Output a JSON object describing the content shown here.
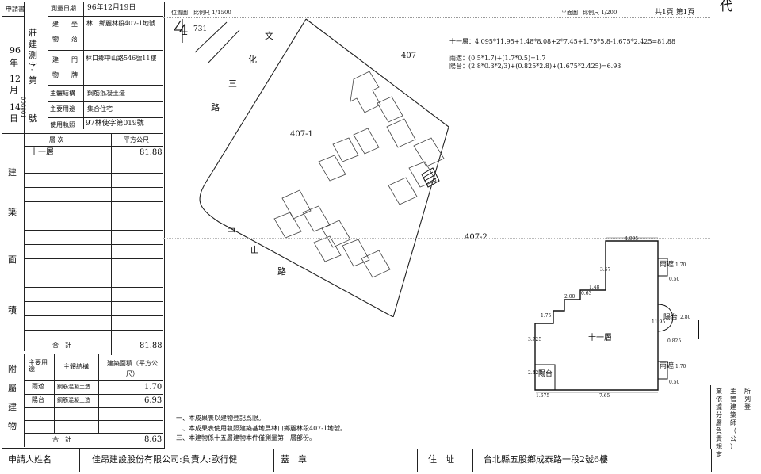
{
  "header": {
    "applicant_label": "申請書",
    "survey_date_label": "測量日期",
    "survey_date": "96年12月19日",
    "location_label": "位置圖",
    "location_scale": "比例尺 1/1500",
    "plan_label": "平面圖",
    "plan_scale": "比例尺 1/200",
    "page_info": "共1頁 第1頁"
  },
  "left_form": {
    "permit_number": [
      "莊建測字第",
      "96年12月14日",
      "008001號"
    ],
    "permit_chars": [
      "莊",
      "建",
      "測",
      "字",
      "第",
      "96",
      "年",
      "12",
      "月",
      "14",
      "日",
      "號"
    ],
    "serial_vertical": "008001",
    "build_label_1": "建",
    "build_label_2": "坐",
    "location_value": "林口鄉麗林段407-1地號",
    "object_label_1": "物",
    "object_label_2": "落",
    "door_label_1": "建",
    "door_label_2": "門",
    "door_label_3": "物",
    "door_label_4": "牌",
    "door_value": "林口鄉中山路546號11樓",
    "structure_label": "主體結構",
    "structure_value": "鋼筋混凝土造",
    "use_label": "主要用途",
    "use_value": "集合住宅",
    "license_label": "使用執照",
    "license_value": "97林使字第019號",
    "floor_header": "層 次",
    "area_header": "平方公尺",
    "floors": [
      {
        "name": "十一層",
        "area": "81.88"
      }
    ],
    "section_main": [
      "建",
      "築",
      "面",
      "積"
    ],
    "total_label": "合　計",
    "total_area": "81.88",
    "annex_header_use": "主要用途",
    "annex_header_struct": "主體結構",
    "annex_header_area": "建築面積（平方公尺）",
    "section_annex": [
      "附",
      "屬",
      "建",
      "物"
    ],
    "annex": [
      {
        "use": "雨遮",
        "struct": "鋼筋混凝土造",
        "area": "1.70"
      },
      {
        "use": "陽台",
        "struct": "鋼筋混凝土造",
        "area": "6.93"
      }
    ],
    "annex_total_label": "合　計",
    "annex_total": "8.63"
  },
  "site_map": {
    "lot_main": "407-1",
    "lot_top": "407",
    "lot_bottom": "407-2",
    "lot_tl": "731",
    "lot_tl_num": "4",
    "road_wenhua": [
      "文",
      "化",
      "三",
      "路"
    ],
    "road_zhongshan": [
      "中",
      "山",
      "路"
    ]
  },
  "formulas": {
    "main": "十一層：4.095*11.95+1.48*8.08+2*7.45+1.75*5.8-1.675*2.425=81.88",
    "rain": "雨遮：(0.5*1.7)+(1.7*0.5)=1.7",
    "balcony": "陽台：(2.8*0.3*2/3)+(0.825*2.8)+(1.675*2.425)=6.93"
  },
  "plan": {
    "floor_label": "十一層",
    "balcony": "陽台",
    "balcony_right": "陽台",
    "rain1": "雨遮",
    "rain2": "雨遮",
    "dims": [
      "4.095",
      "3.57",
      "1.48",
      "0.63",
      "2.00",
      "1.75",
      "11.95",
      "3.725",
      "2.425",
      "1.675",
      "7.65",
      "0.50",
      "0.50",
      "0.825",
      "2.80",
      "1.70",
      "1.70"
    ]
  },
  "notes": [
    "一、本成果表以建物登記爲限。",
    "二、本成果表使用執照建築基地爲林口鄉麗林段407-1地號。",
    "三、本建物係十五層建物本件僅測量第　層部份。"
  ],
  "footer": {
    "applicant_name_label": "申請人姓名",
    "applicant_name": "佳昂建設股份有限公司:負責人:歐行健",
    "seal_label": "蓋　章",
    "address_label": "住　址",
    "address": "台北縣五股鄉成泰路一段2號6樓"
  },
  "right_column": [
    "業",
    "依",
    "據",
    "分",
    "層",
    "負",
    "責",
    "規",
    "定",
    "主",
    "管",
    "建",
    "築",
    "師",
    "（",
    "公",
    "）",
    "所",
    "列",
    "登"
  ],
  "corner_mark": "代"
}
